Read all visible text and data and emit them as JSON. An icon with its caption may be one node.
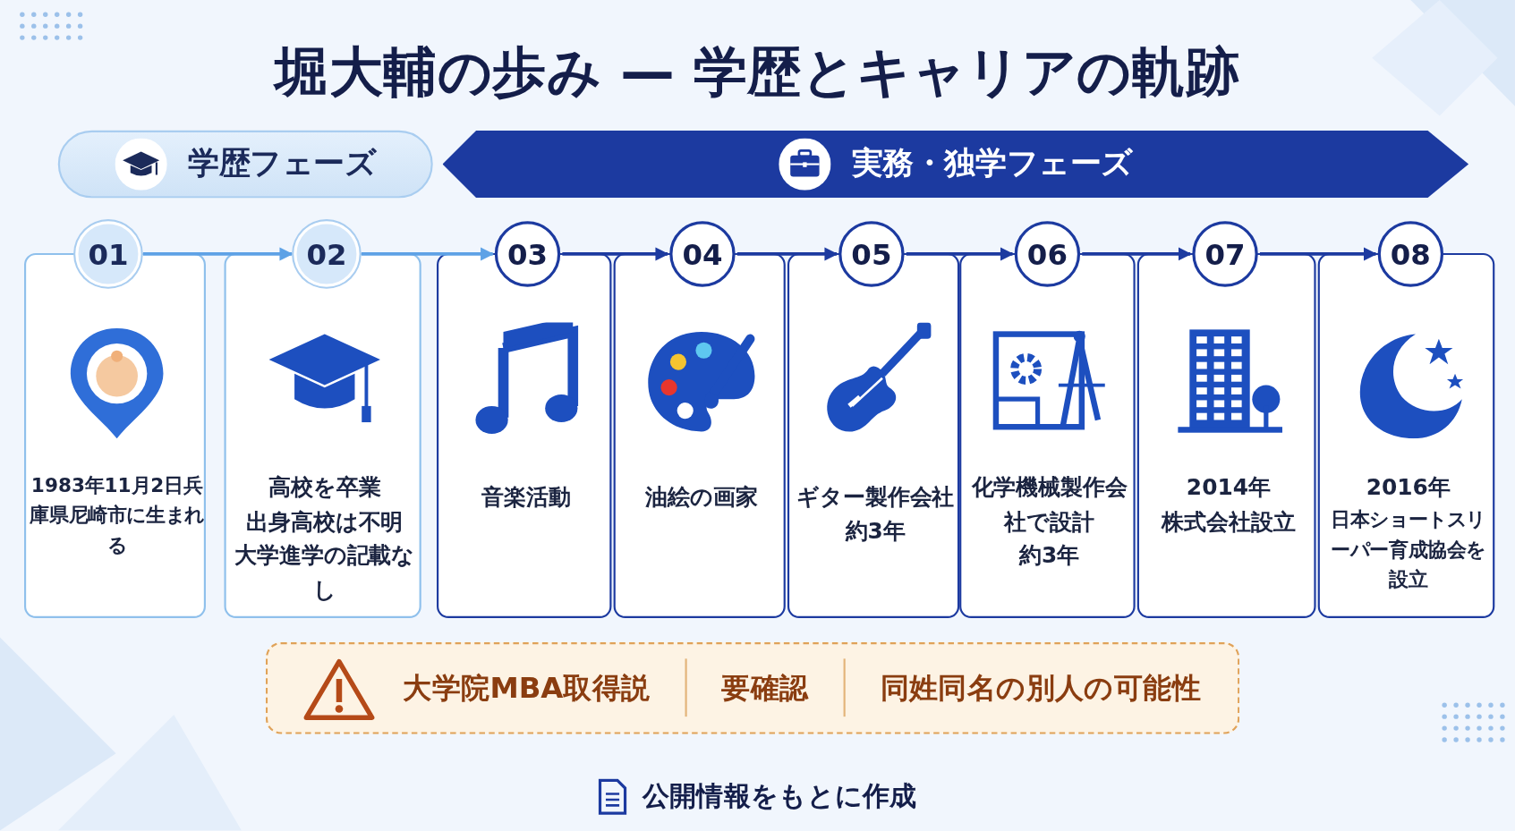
{
  "diagram": {
    "title": "堀大輔の歩み — 学歴とキャリアの軌跡",
    "nodes": [
      {
        "text": [
          "学歴フェーズ"
        ]
      },
      {
        "text": [
          "実務・独学フェーズ"
        ]
      },
      {
        "text": [
          "01"
        ]
      },
      {
        "text": [
          "1983年11月2日兵庫県尼崎市に生まれる"
        ]
      },
      {
        "text": [
          "02"
        ]
      },
      {
        "text": [
          "高校を卒業",
          "出身高校は不明",
          "大学進学の記載なし"
        ]
      },
      {
        "text": [
          "03"
        ]
      },
      {
        "text": [
          "音楽活動"
        ]
      },
      {
        "text": [
          "04"
        ]
      },
      {
        "text": [
          "油絵の画家"
        ]
      },
      {
        "text": [
          "05"
        ]
      },
      {
        "text": [
          "ギター製作会社",
          "約3年"
        ]
      },
      {
        "text": [
          "06"
        ]
      },
      {
        "text": [
          "化学機械製作会社で設計",
          "約3年"
        ]
      },
      {
        "text": [
          "07"
        ]
      },
      {
        "text": [
          "2014年",
          "株式会社設立"
        ]
      },
      {
        "text": [
          "08"
        ]
      },
      {
        "text": [
          "2016年",
          "日本ショートスリーパー育成協会を設立"
        ]
      },
      {
        "text": [
          "大学院MBA取得説",
          "要確認",
          "同姓同名の別人の可能性"
        ]
      }
    ],
    "edges": [
      {
        "from": 2,
        "to": 4,
        "arrow": "to",
        "color": "#5ea2e6"
      },
      {
        "from": 4,
        "to": 6,
        "arrow": "to",
        "color": "#5ea2e6"
      },
      {
        "from": 6,
        "to": 8,
        "arrow": "to"
      },
      {
        "from": 8,
        "to": 10,
        "arrow": "to"
      },
      {
        "from": 10,
        "to": 12,
        "arrow": "to"
      },
      {
        "from": 12,
        "to": 14,
        "arrow": "to"
      },
      {
        "from": 14,
        "to": 16,
        "arrow": "to"
      }
    ],
    "labels": [
      "公開情報をもとに作成"
    ]
  }
}
